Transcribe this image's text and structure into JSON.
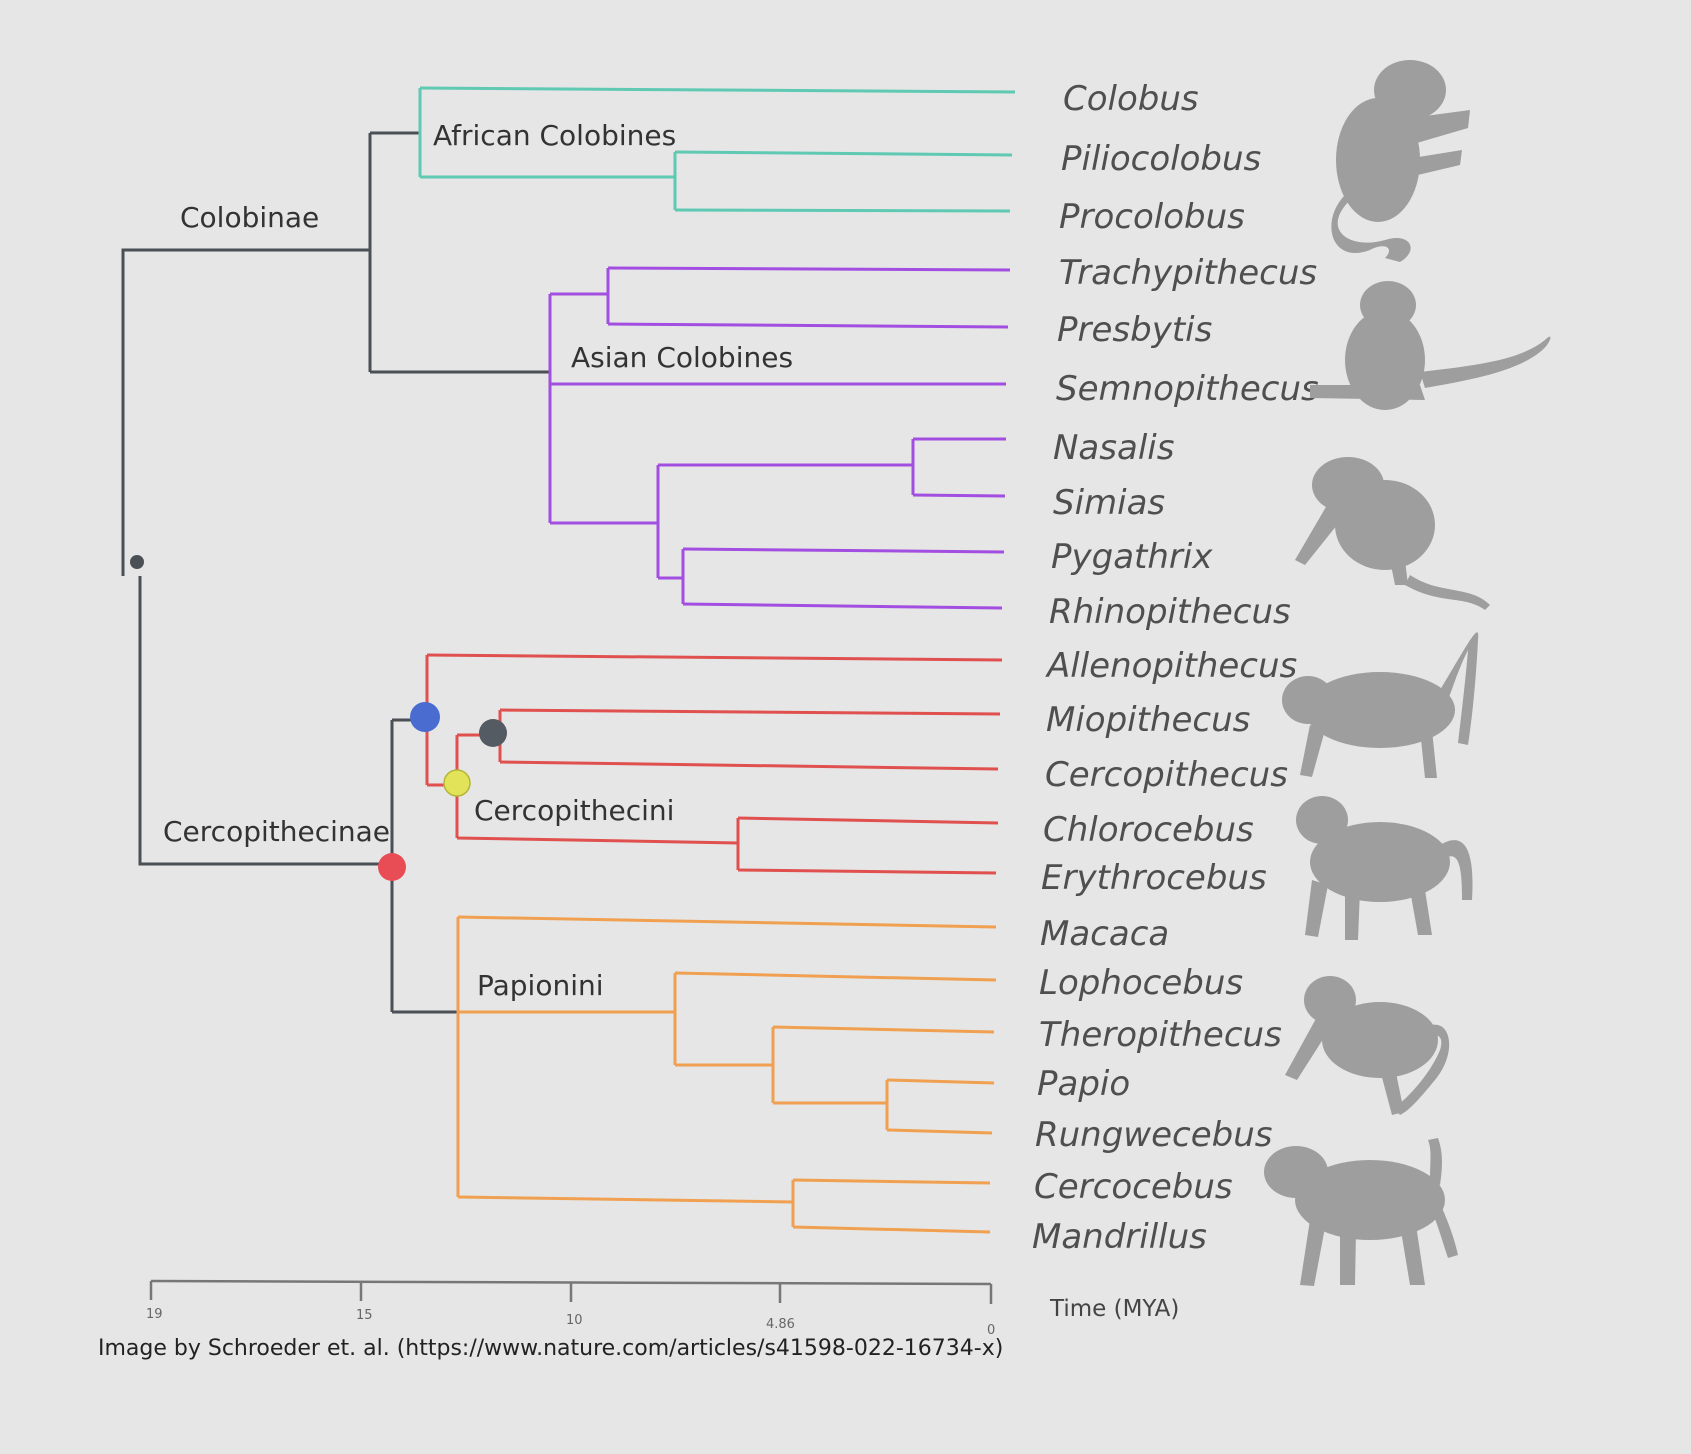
{
  "colors": {
    "backbone": "#4a5056",
    "african_colobines": "#5fc9b3",
    "asian_colobines": "#a24ee0",
    "cercopithecini": "#e0504f",
    "papionini": "#f0a050",
    "node_blue": "#4a6cd0",
    "node_gray": "#555b63",
    "node_yellow": "#e3e35a",
    "node_red": "#e84d55"
  },
  "clades": {
    "colobinae": "Colobinae",
    "african_colobines": "African Colobines",
    "asian_colobines": "Asian Colobines",
    "cercopithecinae": "Cercopithecinae",
    "cercopithecini": "Cercopithecini",
    "papionini": "Papionini"
  },
  "taxa": [
    "Colobus",
    "Piliocolobus",
    "Procolobus",
    "Trachypithecus",
    "Presbytis",
    "Semnopithecus",
    "Nasalis",
    "Simias",
    "Pygathrix",
    "Rhinopithecus",
    "Allenopithecus",
    "Miopithecus",
    "Cercopithecus",
    "Chlorocebus",
    "Erythrocebus",
    "Macaca",
    "Lophocebus",
    "Theropithecus",
    "Papio",
    "Rungwecebus",
    "Cercocebus",
    "Mandrillus"
  ],
  "axis": {
    "title": "Time (MYA)",
    "ticks": [
      "19",
      "15",
      "10",
      "4.86",
      "0"
    ]
  },
  "caption": "Image by Schroeder et. al. (https://www.nature.com/articles/s41598-022-16734-x)",
  "icons": [
    "colobus-silhouette",
    "langur-silhouette",
    "snub-nosed-monkey-silhouette",
    "guenon-silhouette",
    "vervet-silhouette",
    "macaque-silhouette",
    "baboon-silhouette"
  ]
}
